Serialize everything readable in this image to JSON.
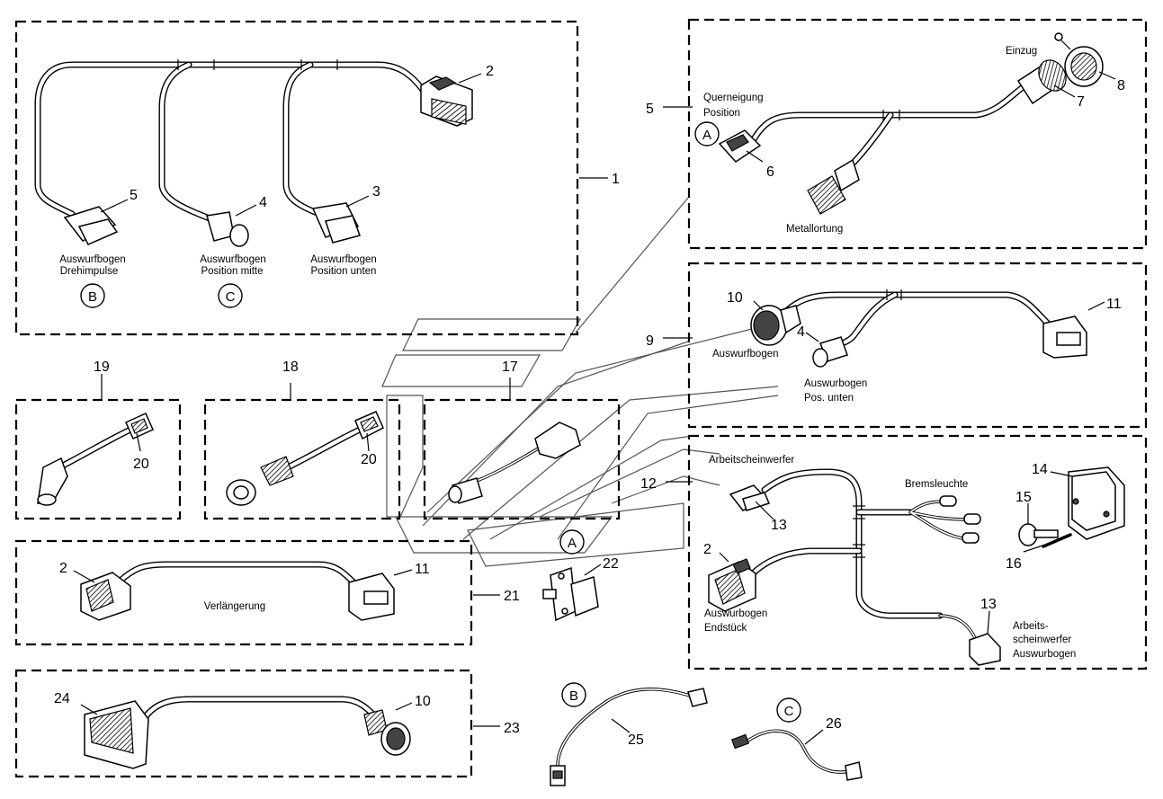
{
  "labels": {
    "n1": "1",
    "n2a": "2",
    "n3": "3",
    "n4a": "4",
    "n5a": "5",
    "n5b": "5",
    "n6": "6",
    "n7": "7",
    "n8": "8",
    "n9": "9",
    "n10a": "10",
    "n11a": "11",
    "n4b": "4",
    "n12": "12",
    "n13a": "13",
    "n13b": "13",
    "n14": "14",
    "n15": "15",
    "n16": "16",
    "n2c": "2",
    "n17": "17",
    "n18": "18",
    "n19": "19",
    "n20a": "20",
    "n20b": "20",
    "n2b": "2",
    "n11b": "11",
    "n21": "21",
    "n22": "22",
    "n23": "23",
    "n24": "24",
    "n10b": "10",
    "n25": "25",
    "n26": "26"
  },
  "text": {
    "ausw_dreh_1": "Auswurfbogen",
    "ausw_dreh_2": "Drehimpulse",
    "ausw_mitte_1": "Auswurfbogen",
    "ausw_mitte_2": "Position mitte",
    "ausw_unten_1": "Auswurfbogen",
    "ausw_unten_2": "Position unten",
    "einzug": "Einzug",
    "quer_1": "Querneigung",
    "quer_2": "Position",
    "metall": "Metallortung",
    "auswurfbogen": "Auswurfbogen",
    "posunten_1": "Auswurbogen",
    "posunten_2": "Pos. unten",
    "arbeitsschein": "Arbeitscheinwerfer",
    "brems": "Bremsleuchte",
    "endstueck_1": "Auswurbogen",
    "endstueck_2": "Endstück",
    "arb2_1": "Arbeits-",
    "arb2_2": "scheinwerfer",
    "arb2_3": "Auswurbogen",
    "verl": "Verlängerung"
  },
  "markers": {
    "A": "A",
    "B": "B",
    "C": "C"
  }
}
